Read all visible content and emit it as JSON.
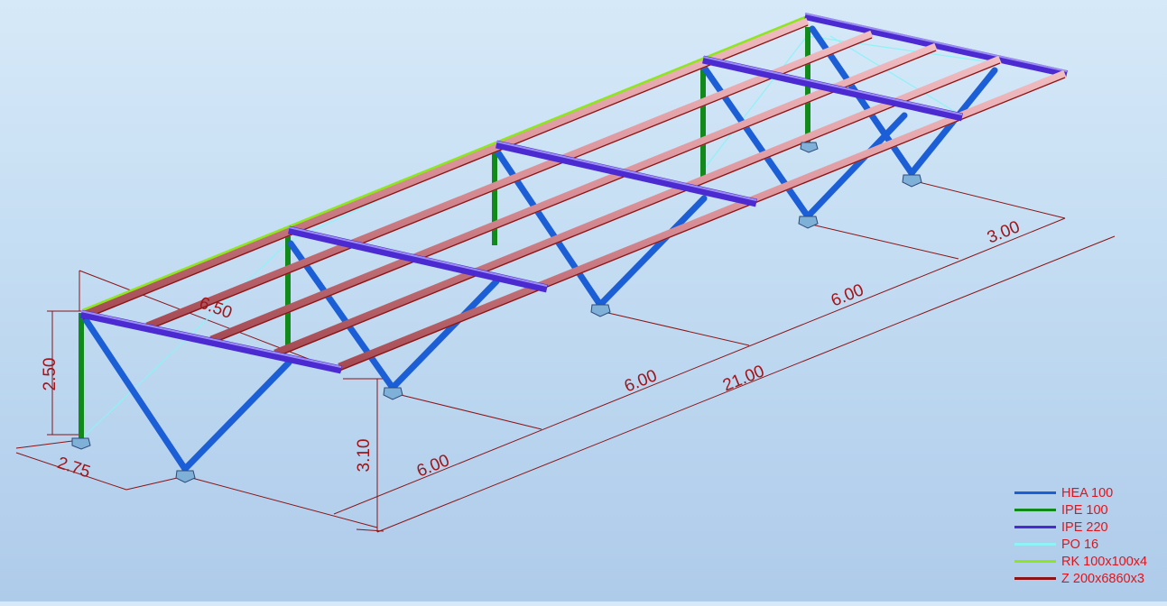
{
  "colors": {
    "dimension": "#8a1416",
    "dimension_text": "#a0151a",
    "legend_text": "#e0151b",
    "support": "#7fb0d8"
  },
  "dimensions": {
    "d_250": "2.50",
    "d_275": "2.75",
    "d_650": "6.50",
    "d_310": "3.10",
    "d_600_a": "6.00",
    "d_600_b": "6.00",
    "d_600_c": "6.00",
    "d_300": "3.00",
    "d_2100": "21.00"
  },
  "legend": {
    "items": [
      {
        "label": "HEA 100",
        "color": "#1c5ed6"
      },
      {
        "label": "IPE 100",
        "color": "#128a1a"
      },
      {
        "label": "IPE 220",
        "color": "#4b2bd1"
      },
      {
        "label": "PO 16",
        "color": "#8ef2f6"
      },
      {
        "label": "RK 100x100x4",
        "color": "#8fe61e"
      },
      {
        "label": "Z 200x6860x3",
        "color": "#8a1416"
      }
    ]
  }
}
